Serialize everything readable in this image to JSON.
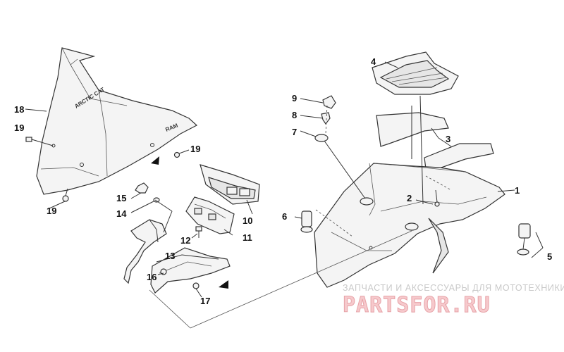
{
  "callouts": {
    "c1": "1",
    "c2": "2",
    "c3": "3",
    "c4": "4",
    "c5": "5",
    "c6": "6",
    "c7": "7",
    "c8": "8",
    "c9": "9",
    "c10": "10",
    "c11": "11",
    "c12": "12",
    "c13": "13",
    "c14": "14",
    "c15": "15",
    "c16": "16",
    "c17": "17",
    "c18": "18",
    "c19a": "19",
    "c19b": "19",
    "c19c": "19"
  },
  "decals": {
    "windshield_brand": "ARCTIC CAT",
    "windshield_model": "RAM"
  },
  "watermark": {
    "caption": "ЗАПЧАСТИ И АКСЕССУАРЫ ДЛЯ МОТОТЕХНИКИ",
    "logo": "PARTSFOR.RU"
  },
  "colors": {
    "line": "#333333",
    "watermark_logo": "#f6c9cc",
    "watermark_caption": "#c9c9c9"
  }
}
